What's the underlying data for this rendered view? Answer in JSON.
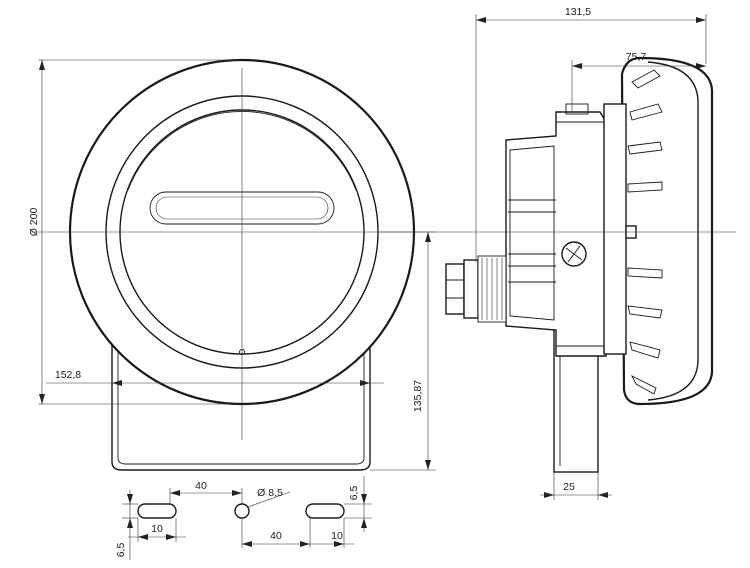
{
  "dimensions": {
    "side_total_width": "131,5",
    "side_head_depth": "75,7",
    "front_diameter_label": "Ø 200",
    "front_bracket_width": "152,8",
    "front_center_height": "135,87",
    "side_bracket_width": "25",
    "slot_spacing_top": "40",
    "hole_diameter_label": "Ø 8,5",
    "slot_height_right": "6,5",
    "slot_width_left": "10",
    "slot_height_left": "6,5",
    "slot_spacing_bottom": "40",
    "slot_width_right": "10"
  }
}
